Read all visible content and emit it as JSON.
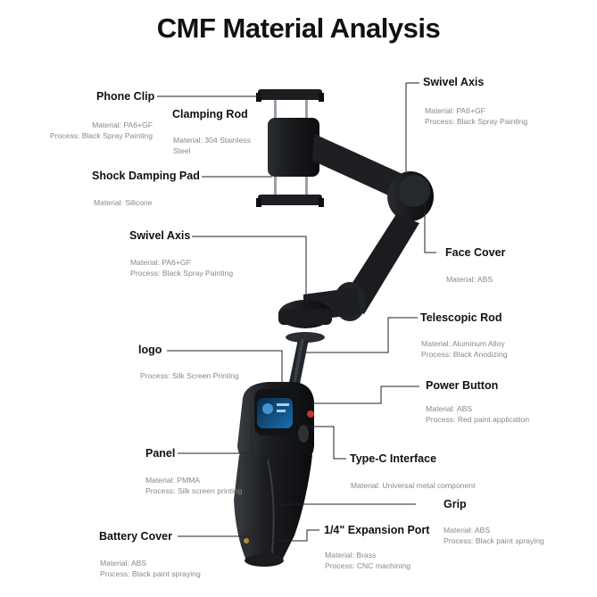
{
  "title": "CMF Material Analysis",
  "callouts": {
    "phone_clip": {
      "name": "Phone Clip",
      "lines": [
        "Material: PA6+GF",
        "Process: Black Spray Painting"
      ]
    },
    "clamping_rod": {
      "name": "Clamping Rod",
      "lines": [
        "Material: 304 Stainless",
        "Steel"
      ]
    },
    "shock_pad": {
      "name": "Shock Damping Pad",
      "lines": [
        "Material: Silicone"
      ]
    },
    "swivel_axis_top": {
      "name": "Swivel Axis",
      "lines": [
        "Material: PA6+GF",
        "Process: Black Spray Painting"
      ]
    },
    "swivel_axis_mid": {
      "name": "Swivel Axis",
      "lines": [
        "Material: PA6+GF",
        "Process: Black Spray Painting"
      ]
    },
    "face_cover": {
      "name": "Face Cover",
      "lines": [
        "Material: ABS"
      ]
    },
    "telescopic_rod": {
      "name": "Telescopic Rod",
      "lines": [
        "Material: Aluminum Alloy",
        "Process: Black Anodizing"
      ]
    },
    "logo": {
      "name": "logo",
      "lines": [
        "Process: Silk Screen Printing"
      ]
    },
    "power_button": {
      "name": "Power Button",
      "lines": [
        "Material: ABS",
        "Process: Red paint application"
      ]
    },
    "panel": {
      "name": "Panel",
      "lines": [
        "Material: PMMA",
        "Process: Silk screen printing"
      ]
    },
    "type_c": {
      "name": "Type-C Interface",
      "lines": [
        "Material: Universal metal component"
      ]
    },
    "grip": {
      "name": "Grip",
      "lines": [
        "Material: ABS",
        "Process: Black paint spraying"
      ]
    },
    "battery_cover": {
      "name": "Battery Cover",
      "lines": [
        "Material: ABS",
        "Process: Black paint spraying"
      ]
    },
    "expansion_port": {
      "name": "1/4\" Expansion Port",
      "lines": [
        "Material: Brass",
        "Process: CNC machining"
      ]
    }
  }
}
